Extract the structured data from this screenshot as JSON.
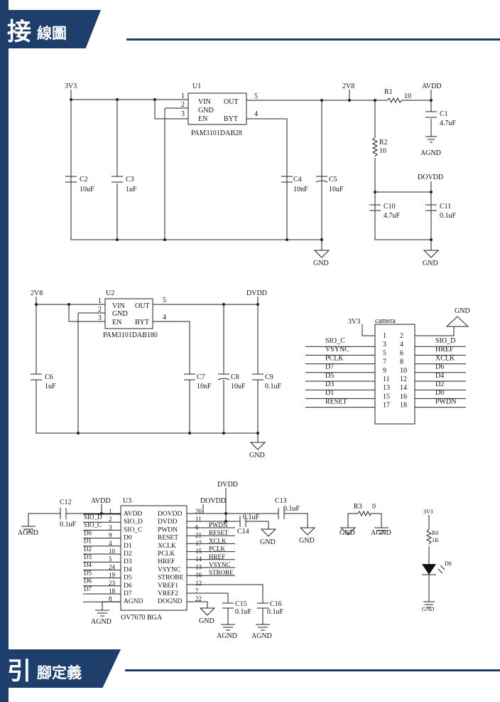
{
  "headers": {
    "top": {
      "big": "接",
      "small": "線圖"
    },
    "bottom": {
      "big": "引",
      "small": "腳定義"
    }
  },
  "colors": {
    "brand": "#1e3f6b",
    "wire": "#222222"
  },
  "block1": {
    "u1": {
      "ref": "U1",
      "part": "PAM3101DAB28",
      "vin": "VIN",
      "gnd": "GND",
      "en": "EN",
      "out": "OUT",
      "byt": "BYT",
      "p1": "1",
      "p2": "2",
      "p3": "3",
      "p4": "4",
      "p5": "5"
    },
    "rail_3v3": "3V3",
    "rail_2v8": "2V8",
    "rail_avdd": "AVDD",
    "rail_dovdd": "DOVDD",
    "agnd": "AGND",
    "gnd1": "GND",
    "gnd2": "GND",
    "r1": {
      "ref": "R1",
      "val": "10"
    },
    "r2": {
      "ref": "R2",
      "val": "10"
    },
    "c1": {
      "ref": "C1",
      "val": "4.7uF"
    },
    "c2": {
      "ref": "C2",
      "val": "10uF"
    },
    "c3": {
      "ref": "C3",
      "val": "1uF"
    },
    "c4": {
      "ref": "C4",
      "val": "10nF"
    },
    "c5": {
      "ref": "C5",
      "val": "10uF"
    },
    "c10": {
      "ref": "C10",
      "val": "4.7uF"
    },
    "c11": {
      "ref": "C11",
      "val": "0.1uF"
    }
  },
  "block2": {
    "u2": {
      "ref": "U2",
      "part": "PAM3101DAB180",
      "vin": "VIN",
      "gnd": "GND",
      "en": "EN",
      "out": "OUT",
      "byt": "BYT",
      "p1": "1",
      "p2": "2",
      "p3": "3",
      "p4": "4",
      "p5": "5"
    },
    "rail_2v8": "2V8",
    "rail_dvdd": "DVDD",
    "gnd": "GND",
    "c6": {
      "ref": "C6",
      "val": "1uF"
    },
    "c7": {
      "ref": "C7",
      "val": "10nF"
    },
    "c8": {
      "ref": "C8",
      "val": "10uF"
    },
    "c9": {
      "ref": "C9",
      "val": "0.1uF"
    }
  },
  "connector": {
    "ref": "camera",
    "rail": "3V3",
    "gnd": "GND",
    "left_nets": [
      "SIO_C",
      "VSYNC",
      "PCLK",
      "D7",
      "D5",
      "D3",
      "D1",
      "RESET"
    ],
    "left_pins": [
      "1",
      "3",
      "5",
      "7",
      "9",
      "11",
      "13",
      "15",
      "17"
    ],
    "right_nets": [
      "SIO_D",
      "HREF",
      "XCLK",
      "D6",
      "D4",
      "D2",
      "D0",
      "PWDN"
    ],
    "right_pins": [
      "2",
      "4",
      "6",
      "8",
      "10",
      "12",
      "14",
      "16",
      "18"
    ]
  },
  "block3": {
    "u3": {
      "ref": "U3",
      "part": "OV7670 BGA",
      "left_pins": [
        "AVDD",
        "SIO_D",
        "SIO_C",
        "D0",
        "D1",
        "D2",
        "D3",
        "D4",
        "D5",
        "D6",
        "D7",
        "AGND"
      ],
      "right_pins": [
        "DOVDD",
        "DVDD",
        "PWDN",
        "RESET",
        "XCLK",
        "PCLK",
        "HREF",
        "VSYNC",
        "STROBE",
        "VREF1",
        "VREF2",
        "DOGND"
      ],
      "left_nums": [
        "1",
        "2",
        "3",
        "9",
        "4",
        "10",
        "5",
        "24",
        "19",
        "23",
        "18",
        "8"
      ],
      "right_nums": [
        "20",
        "11",
        "6",
        "21",
        "17",
        "15",
        "14",
        "13",
        "16",
        "12",
        "7",
        "22"
      ],
      "left_nets": [
        "SIO_D",
        "SIO_C",
        "D0",
        "D1",
        "D2",
        "D3",
        "D4",
        "D5",
        "D6",
        "D7"
      ],
      "right_nets": [
        "PWDN",
        "RESET",
        "XCLK",
        "PCLK",
        "HREF",
        "VSYNC",
        "STROBE"
      ]
    },
    "rail_avdd": "AVDD",
    "rail_dovdd": "DOVDD",
    "rail_dvdd": "DVDD",
    "agnd_a": "AGND",
    "agnd_b": "AGND",
    "agnd_c": "AGND",
    "agnd_d": "AGND",
    "gnd_a": "GND",
    "gnd_b": "GND",
    "gnd_c": "GND",
    "gnd_d": "GND",
    "c12": {
      "ref": "C12",
      "val": "0.1uF"
    },
    "c13": {
      "ref": "C13",
      "val": "0.1uF"
    },
    "c14": {
      "ref": "C14",
      "val": "0.1uF"
    },
    "c15": {
      "ref": "C15",
      "val": "0.1uF"
    },
    "c16": {
      "ref": "C16",
      "val": "0.1uF"
    },
    "r3": {
      "ref": "R3",
      "val": "0"
    },
    "led": {
      "rail": "3V3",
      "rref": "R0",
      "rval": "1K",
      "ref": "D0",
      "gnd": "GND"
    }
  }
}
